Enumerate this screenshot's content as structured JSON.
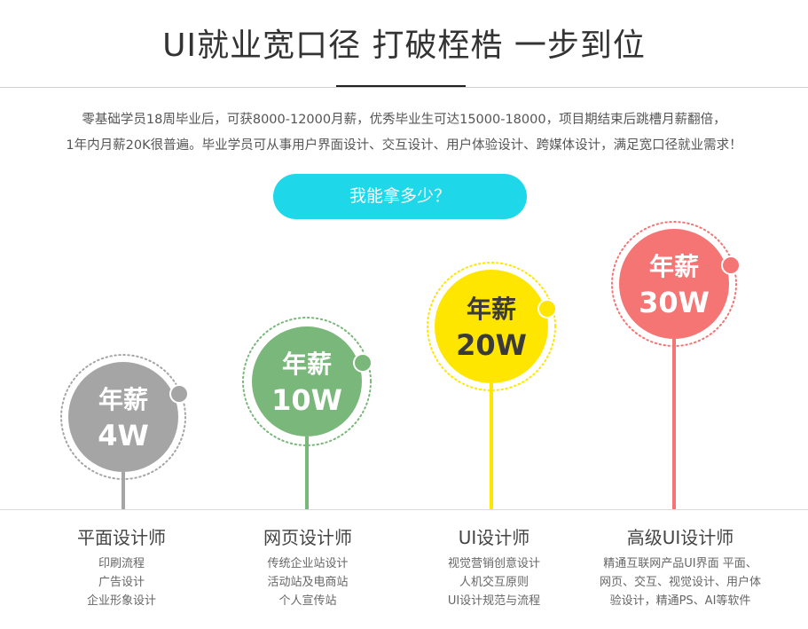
{
  "header": {
    "title": "UI就业宽口径  打破桎梏 一步到位",
    "desc_line1": "零基础学员18周毕业后，可获8000-12000月薪，优秀毕业生可达15000-18000，项目期结束后跳槽月薪翻倍，",
    "desc_line2": "1年内月薪20K很普遍。毕业学员可从事用户界面设计、交互设计、用户体验设计、跨媒体设计，满足宽口径就业需求！"
  },
  "cta": {
    "label": "我能拿多少？"
  },
  "salaries": [
    {
      "line1": "年薪",
      "line2": "4W",
      "color": "#a5a5a5",
      "text_color": "#ffffff"
    },
    {
      "line1": "年薪",
      "line2": "10W",
      "color": "#7ab77a",
      "text_color": "#ffffff"
    },
    {
      "line1": "年薪",
      "line2": "20W",
      "color": "#ffe600",
      "text_color": "#3a3a3a"
    },
    {
      "line1": "年薪",
      "line2": "30W",
      "color": "#f57474",
      "text_color": "#ffffff"
    }
  ],
  "roles": [
    {
      "title": "平面设计师",
      "skills": [
        "印刷流程",
        "广告设计",
        "企业形象设计"
      ]
    },
    {
      "title": "网页设计师",
      "skills": [
        "传统企业站设计",
        "活动站及电商站",
        "个人宣传站"
      ]
    },
    {
      "title": "UI设计师",
      "skills": [
        "视觉营销创意设计",
        "人机交互原则",
        "UI设计规范与流程"
      ]
    },
    {
      "title": "高级UI设计师",
      "skills": [
        "精通互联网产品UI界面 平面、",
        "网页、交互、视觉设计、用户体",
        "验设计，精通PS、AI等软件"
      ]
    }
  ]
}
